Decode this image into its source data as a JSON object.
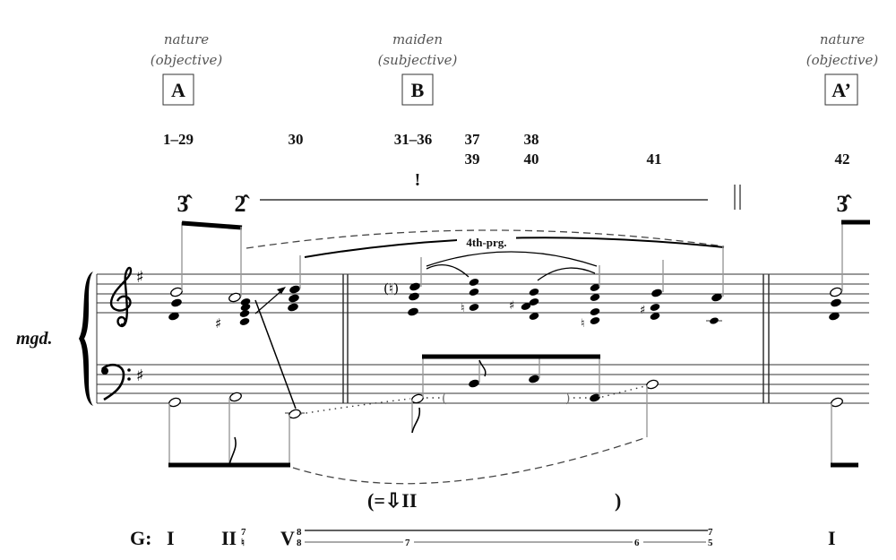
{
  "sections": [
    {
      "label": "nature",
      "sublabel": "(objective)",
      "box": "A"
    },
    {
      "label": "maiden",
      "sublabel": "(subjective)",
      "box": "B"
    },
    {
      "label": "nature",
      "sublabel": "(objective)",
      "box": "A’"
    }
  ],
  "measures": [
    "1–29",
    "30",
    "31–36",
    "37",
    "38",
    "39",
    "40",
    "41",
    "42"
  ],
  "exclamation": "!",
  "scale_degrees": [
    "3̂",
    "2̂",
    "3̂"
  ],
  "staff_label": "mgd.",
  "progression_label": "4th-prg.",
  "progression_sup": "th",
  "progression_num": "4",
  "progression_rest": "-prg.",
  "bass_annotation": {
    "open": "(=⇩II",
    "close": ")"
  },
  "harmony": {
    "key": "G:",
    "chords": [
      "I",
      "II",
      "V",
      "I"
    ],
    "ii_figures": [
      "7",
      "♮"
    ],
    "v_figures": [
      "8",
      "8"
    ],
    "line_figures": [
      "7",
      "6"
    ],
    "end_figures": [
      "7",
      "5"
    ]
  },
  "accidentals": {
    "sharp": "♯",
    "natural": "♮",
    "paren_natural": "(♮)"
  }
}
